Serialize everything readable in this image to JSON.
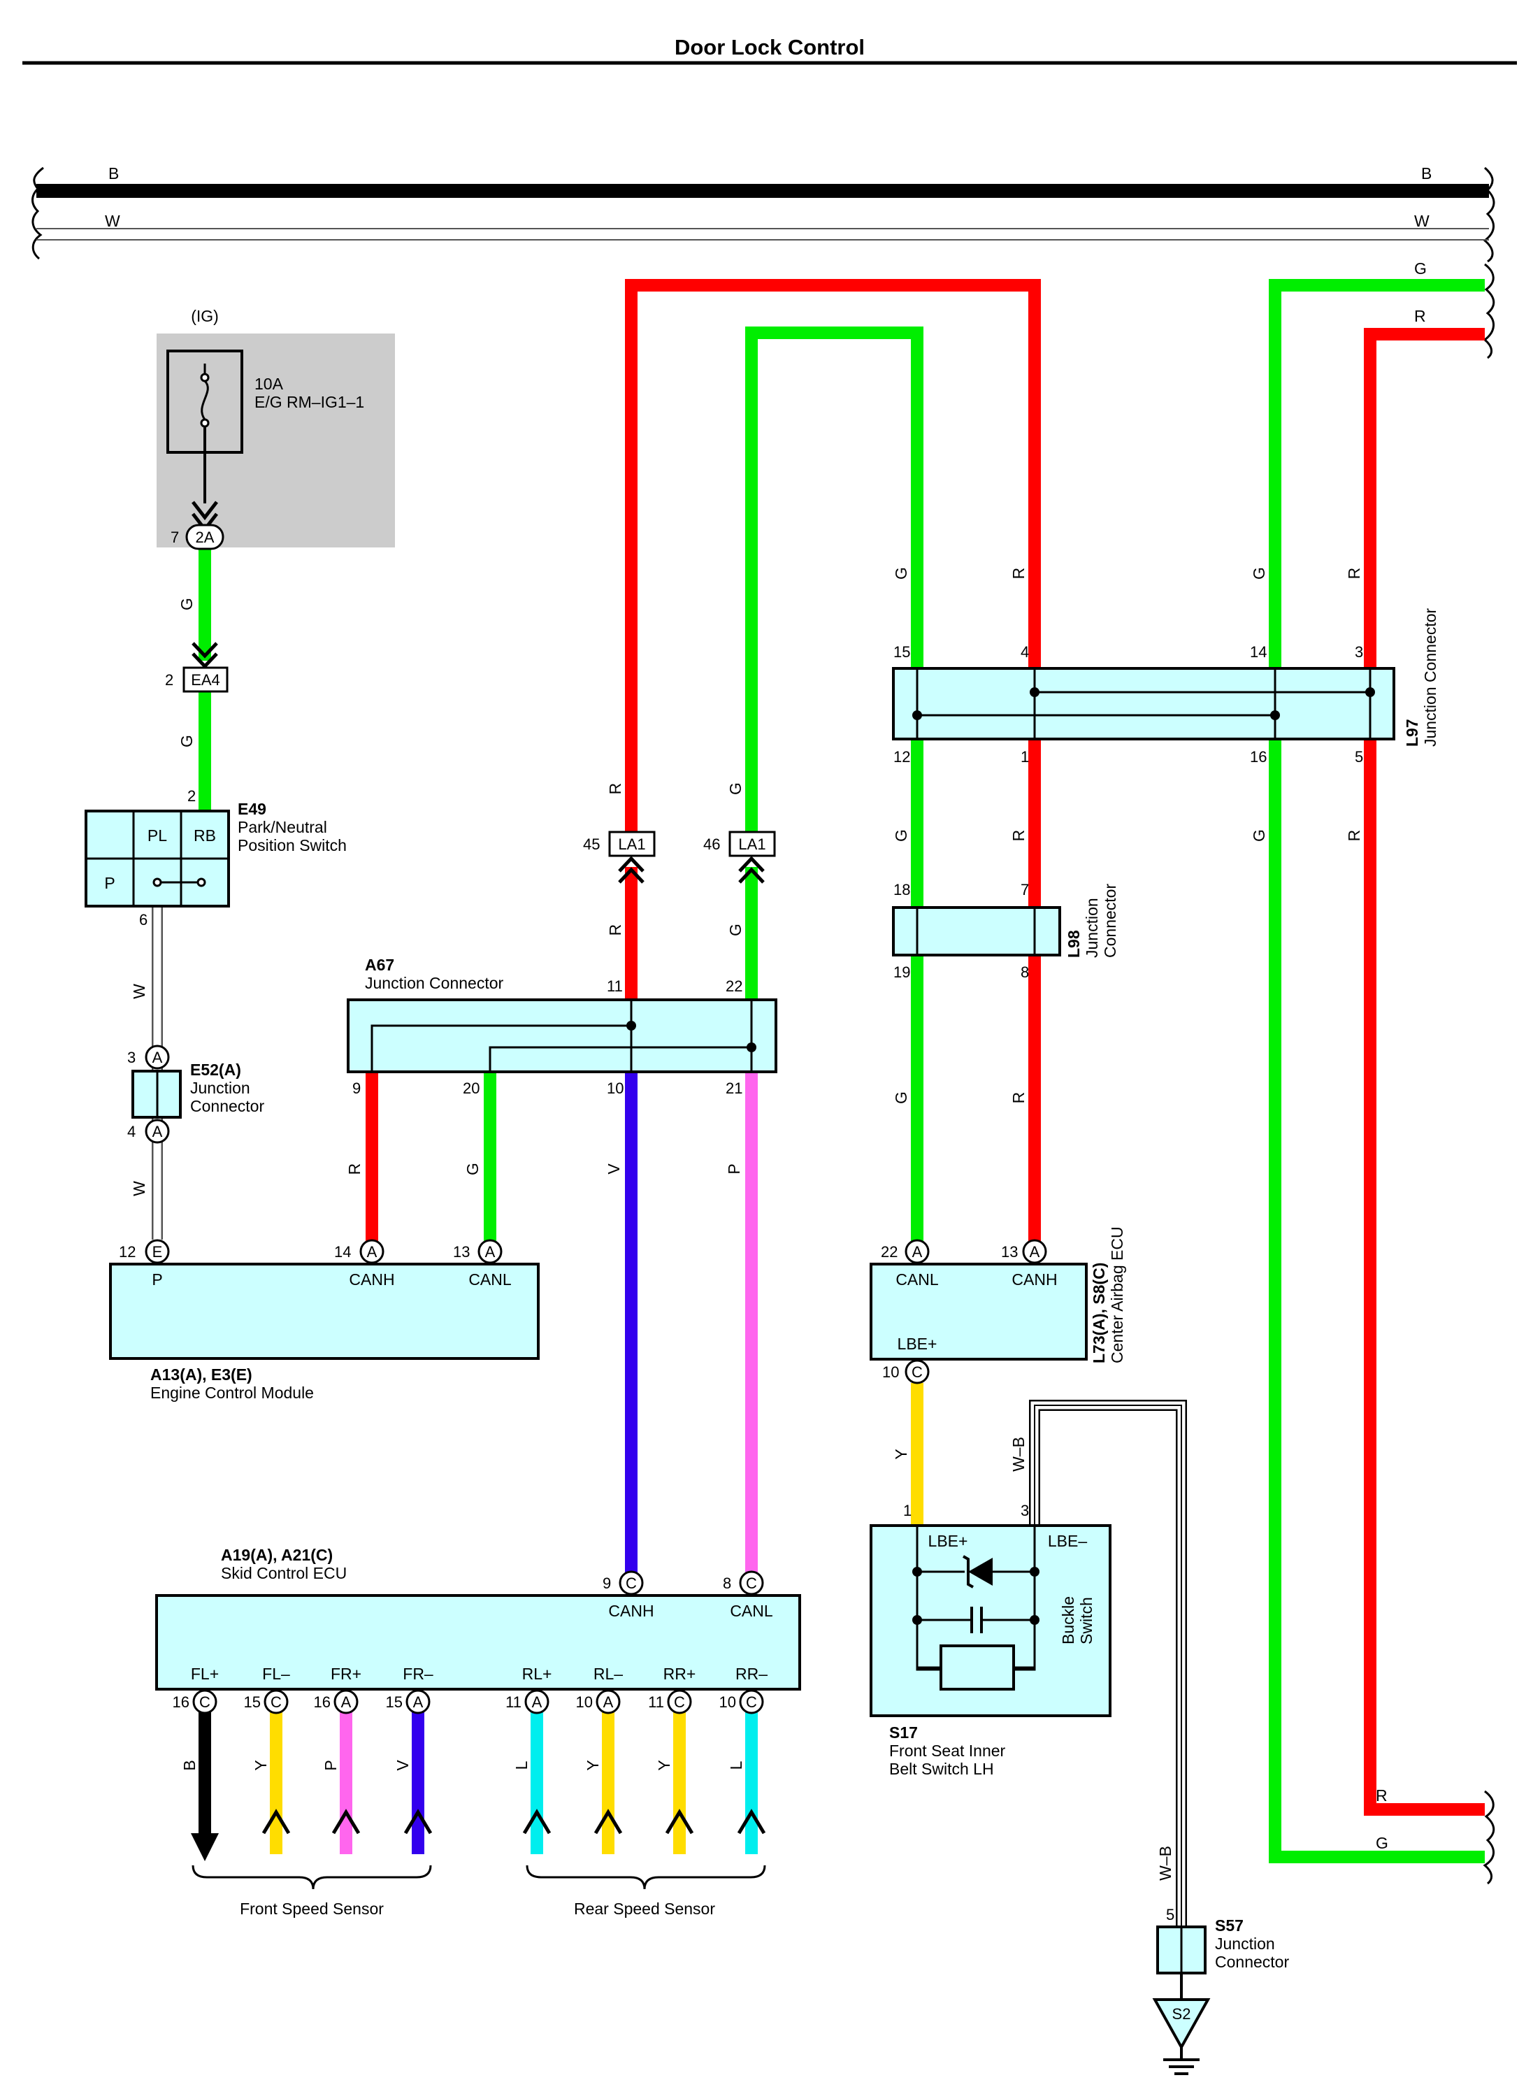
{
  "title": "Door Lock Control",
  "colors": {
    "B": "#000000",
    "W": "#ffffff",
    "G": "#00ee00",
    "R": "#ff0000",
    "V": "#3300ee",
    "P": "#ff66ee",
    "Y": "#ffdd00",
    "L": "#00eeee",
    "box": "#ccffff",
    "fusebox": "#cccccc"
  },
  "bus": {
    "b": "B",
    "w": "W",
    "g": "G",
    "r": "R"
  },
  "fuse": {
    "ig": "(IG)",
    "amp": "10A",
    "name": "E/G RM–IG1–1",
    "pin": "7",
    "conn": "2A"
  },
  "wires": {
    "g": "G",
    "r": "R",
    "w": "W",
    "v": "V",
    "p": "P",
    "y": "Y",
    "b": "B",
    "l": "L",
    "wb": "W–B"
  },
  "ea4": {
    "name": "EA4",
    "pin": "2"
  },
  "e49": {
    "code": "E49",
    "line1": "Park/Neutral",
    "line2": "Position Switch",
    "pl": "PL",
    "rb": "RB",
    "p": "P",
    "pin_top": "2",
    "pin_bottom": "6"
  },
  "e52": {
    "code": "E52(A)",
    "line1": "Junction",
    "line2": "Connector",
    "pin_top": "3",
    "pin_bottom": "4",
    "pin_letter": "A"
  },
  "la1": {
    "name": "LA1",
    "pin_left": "45",
    "pin_right": "46"
  },
  "a67": {
    "code": "A67",
    "name": "Junction Connector",
    "pins": {
      "p11": "11",
      "p22": "22",
      "p9": "9",
      "p20": "20",
      "p10": "10",
      "p21": "21"
    }
  },
  "ecm": {
    "code": "A13(A), E3(E)",
    "name": "Engine Control Module",
    "p": "P",
    "canh": "CANH",
    "canl": "CANL",
    "pins": {
      "p12": "12",
      "p14": "14",
      "p13": "13"
    },
    "letters": {
      "e": "E",
      "a": "A"
    }
  },
  "l97": {
    "code": "L97",
    "name": "Junction Connector",
    "pins": {
      "p15": "15",
      "p4": "4",
      "p14": "14",
      "p3": "3",
      "p12": "12",
      "p1": "1",
      "p16": "16",
      "p5": "5"
    }
  },
  "l98": {
    "code": "L98",
    "line1": "Junction",
    "line2": "Connector",
    "pins": {
      "p18": "18",
      "p7": "7",
      "p19": "19",
      "p8": "8"
    }
  },
  "airbag": {
    "code": "L73(A), S8(C)",
    "name": "Center Airbag ECU",
    "canl": "CANL",
    "canh": "CANH",
    "lbe": "LBE+",
    "pins": {
      "p22": "22",
      "p13": "13",
      "p10": "10"
    },
    "letters": {
      "a": "A",
      "c": "C"
    }
  },
  "skid": {
    "code": "A19(A), A21(C)",
    "name": "Skid Control ECU",
    "canh": "CANH",
    "canl": "CANL",
    "pins": {
      "p9": "9",
      "p8": "8"
    },
    "letter_c": "C",
    "terminals": [
      {
        "label": "FL+",
        "pin": "16",
        "letter": "C",
        "color": "B"
      },
      {
        "label": "FL–",
        "pin": "15",
        "letter": "C",
        "color": "Y"
      },
      {
        "label": "FR+",
        "pin": "16",
        "letter": "A",
        "color": "P"
      },
      {
        "label": "FR–",
        "pin": "15",
        "letter": "A",
        "color": "V"
      },
      {
        "label": "RL+",
        "pin": "11",
        "letter": "A",
        "color": "L"
      },
      {
        "label": "RL–",
        "pin": "10",
        "letter": "A",
        "color": "Y"
      },
      {
        "label": "RR+",
        "pin": "11",
        "letter": "C",
        "color": "Y"
      },
      {
        "label": "RR–",
        "pin": "10",
        "letter": "C",
        "color": "L"
      }
    ]
  },
  "sensors": {
    "front": "Front Speed Sensor",
    "rear": "Rear Speed Sensor"
  },
  "s17": {
    "code": "S17",
    "line1": "Front Seat Inner",
    "line2": "Belt Switch LH",
    "lbep": "LBE+",
    "lbem": "LBE–",
    "buckle1": "Buckle",
    "buckle2": "Switch",
    "pin1": "1",
    "pin3": "3"
  },
  "s57": {
    "code": "S57",
    "line1": "Junction",
    "line2": "Connector",
    "pin": "5"
  },
  "ground": {
    "name": "S2"
  }
}
